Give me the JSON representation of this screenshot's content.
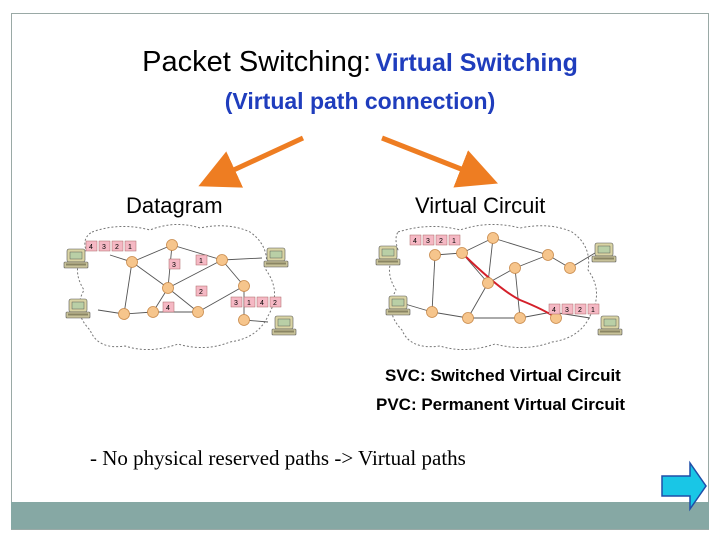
{
  "slide": {
    "title_main": "Packet Switching:",
    "title_sub": "Virtual Switching",
    "subtitle": "(Virtual path connection)",
    "datagram_label": "Datagram",
    "vc_label": "Virtual Circuit",
    "svc_text": "SVC: Switched Virtual Circuit",
    "pvc_text": "PVC: Permanent Virtual Circuit",
    "note": "- No physical reserved paths -> Virtual paths"
  },
  "datagram_diagram": {
    "packets_top": [
      "4",
      "3",
      "2",
      "1"
    ],
    "packets_bottom": [
      "3",
      "1",
      "4",
      "2"
    ],
    "floating_packets": [
      "3",
      "1",
      "2",
      "4"
    ]
  },
  "vc_diagram": {
    "packets_top": [
      "4",
      "3",
      "2",
      "1"
    ],
    "packets_bottom": [
      "4",
      "3",
      "2",
      "1"
    ]
  },
  "colors": {
    "title_blue": "#1f3dbd",
    "arrow_orange": "#ee7d22",
    "path_red": "#d4202a",
    "node_fill": "#f6c58c",
    "packet_fill": "#f5b8c4",
    "next_button": "#19c6e6",
    "bottom_bar": "#86a8a4"
  }
}
